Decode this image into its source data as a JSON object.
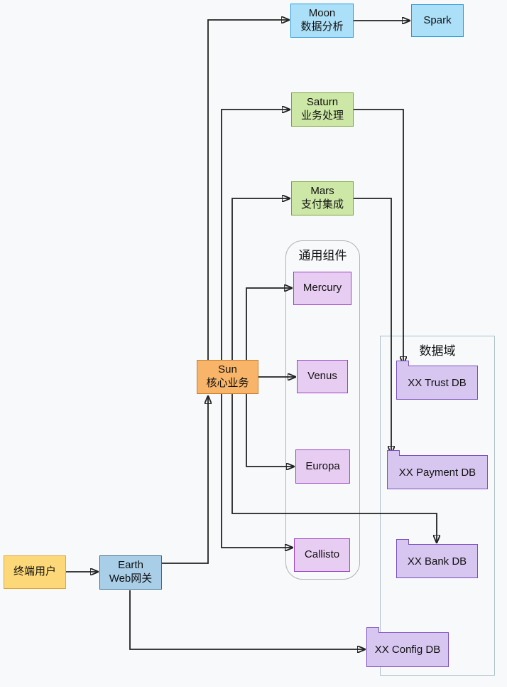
{
  "diagram": {
    "groups": {
      "components": {
        "label": "通用组件"
      },
      "data_domain": {
        "label": "数据域"
      }
    },
    "nodes": {
      "moon": {
        "line1": "Moon",
        "line2": "数据分析"
      },
      "spark": {
        "line1": "Spark"
      },
      "saturn": {
        "line1": "Saturn",
        "line2": "业务处理"
      },
      "mars": {
        "line1": "Mars",
        "line2": "支付集成"
      },
      "mercury": {
        "line1": "Mercury"
      },
      "venus": {
        "line1": "Venus"
      },
      "europa": {
        "line1": "Europa"
      },
      "callisto": {
        "line1": "Callisto"
      },
      "sun": {
        "line1": "Sun",
        "line2": "核心业务"
      },
      "user": {
        "line1": "终端用户"
      },
      "earth": {
        "line1": "Earth",
        "line2": "Web网关"
      },
      "trust_db": {
        "line1": "XX Trust DB"
      },
      "payment_db": {
        "line1": "XX Payment DB"
      },
      "bank_db": {
        "line1": "XX Bank DB"
      },
      "config_db": {
        "line1": "XX Config DB"
      }
    },
    "edges": [
      {
        "from": "终端用户",
        "to": "Earth Web网关"
      },
      {
        "from": "Earth Web网关",
        "to": "Sun 核心业务"
      },
      {
        "from": "Earth Web网关",
        "to": "XX Config DB"
      },
      {
        "from": "Sun 核心业务",
        "to": "Moon 数据分析"
      },
      {
        "from": "Moon 数据分析",
        "to": "Spark"
      },
      {
        "from": "Sun 核心业务",
        "to": "Saturn 业务处理"
      },
      {
        "from": "Sun 核心业务",
        "to": "Mars 支付集成"
      },
      {
        "from": "Sun 核心业务",
        "to": "Mercury"
      },
      {
        "from": "Sun 核心业务",
        "to": "Venus"
      },
      {
        "from": "Sun 核心业务",
        "to": "Europa"
      },
      {
        "from": "Sun 核心业务",
        "to": "Callisto"
      },
      {
        "from": "Sun 核心业务",
        "to": "XX Bank DB"
      },
      {
        "from": "Saturn 业务处理",
        "to": "XX Trust DB"
      },
      {
        "from": "Mars 支付集成",
        "to": "XX Payment DB"
      }
    ],
    "colors": {
      "background": "#f7f9fb",
      "blue_fill": "#ace0f8",
      "blue_border": "#2499d6",
      "steel_fill": "#a9cee8",
      "steel_border": "#36688c",
      "green_fill": "#cce7a6",
      "green_border": "#7aa23b",
      "purple_fill": "#e8cdf2",
      "purple_border": "#9a41c4",
      "orange_fill": "#f8b468",
      "orange_border": "#c87d2d",
      "yellow_fill": "#fdd878",
      "yellow_border": "#dfa53c",
      "folder_fill": "#d7c7f0",
      "folder_border": "#7b50c0",
      "edge_stroke": "#222222"
    }
  }
}
